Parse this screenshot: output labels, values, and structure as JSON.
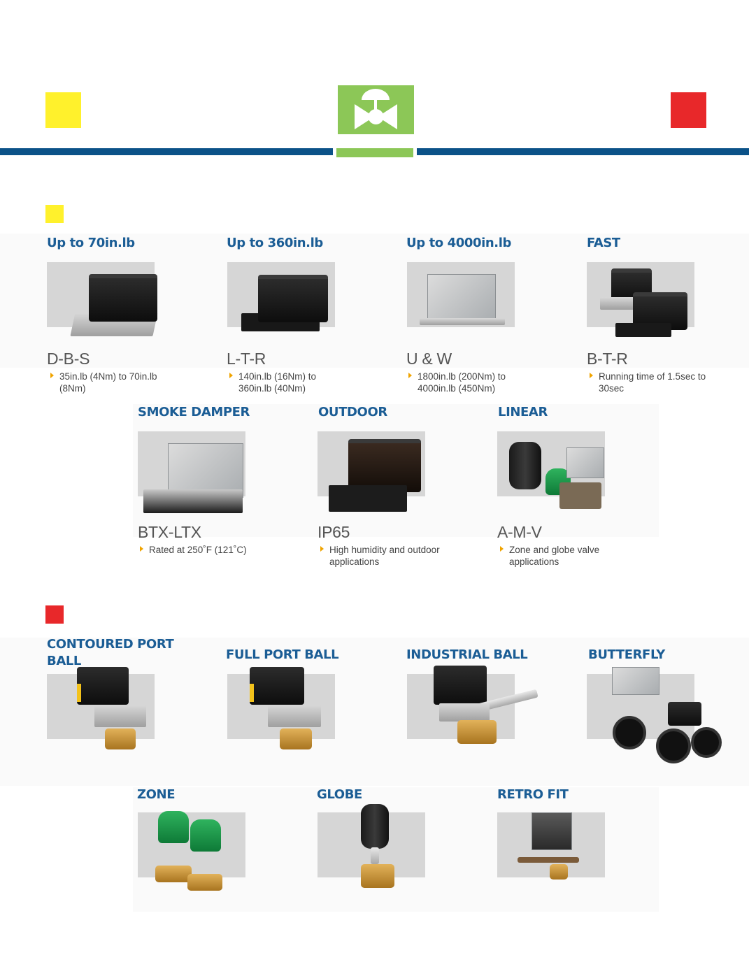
{
  "colors": {
    "yellow": "#fff12c",
    "red": "#e8282a",
    "blue": "#0b5288",
    "green": "#8cc757",
    "heading": "#1b5d95"
  },
  "logo": {
    "icon": "valve-icon"
  },
  "actuators": {
    "row1": [
      {
        "heading": "Up to 70in.lb",
        "model": "D-B-S",
        "bullet": "35in.lb (4Nm) to 70in.lb (8Nm)"
      },
      {
        "heading": "Up to 360in.lb",
        "model": "L-T-R",
        "bullet": "140in.lb (16Nm) to 360in.lb (40Nm)"
      },
      {
        "heading": "Up to 4000in.lb",
        "model": "U & W",
        "bullet": "1800in.lb (200Nm) to 4000in.lb (450Nm)"
      },
      {
        "heading": "FAST",
        "model": "B-T-R",
        "bullet": "Running time of 1.5sec to 30sec"
      }
    ],
    "row2": [
      {
        "heading": "SMOKE DAMPER",
        "model": "BTX-LTX",
        "bullet": "Rated at 250˚F (121˚C)"
      },
      {
        "heading": "OUTDOOR",
        "model": "IP65",
        "bullet": "High humidity and outdoor applications"
      },
      {
        "heading": "LINEAR",
        "model": "A-M-V",
        "bullet": "Zone and globe valve applications"
      }
    ]
  },
  "valves": {
    "row1": [
      {
        "heading": "CONTOURED PORT BALL"
      },
      {
        "heading": "FULL PORT BALL"
      },
      {
        "heading": "INDUSTRIAL BALL"
      },
      {
        "heading": "BUTTERFLY"
      }
    ],
    "row2": [
      {
        "heading": "ZONE"
      },
      {
        "heading": "GLOBE"
      },
      {
        "heading": "RETRO FIT"
      }
    ]
  }
}
